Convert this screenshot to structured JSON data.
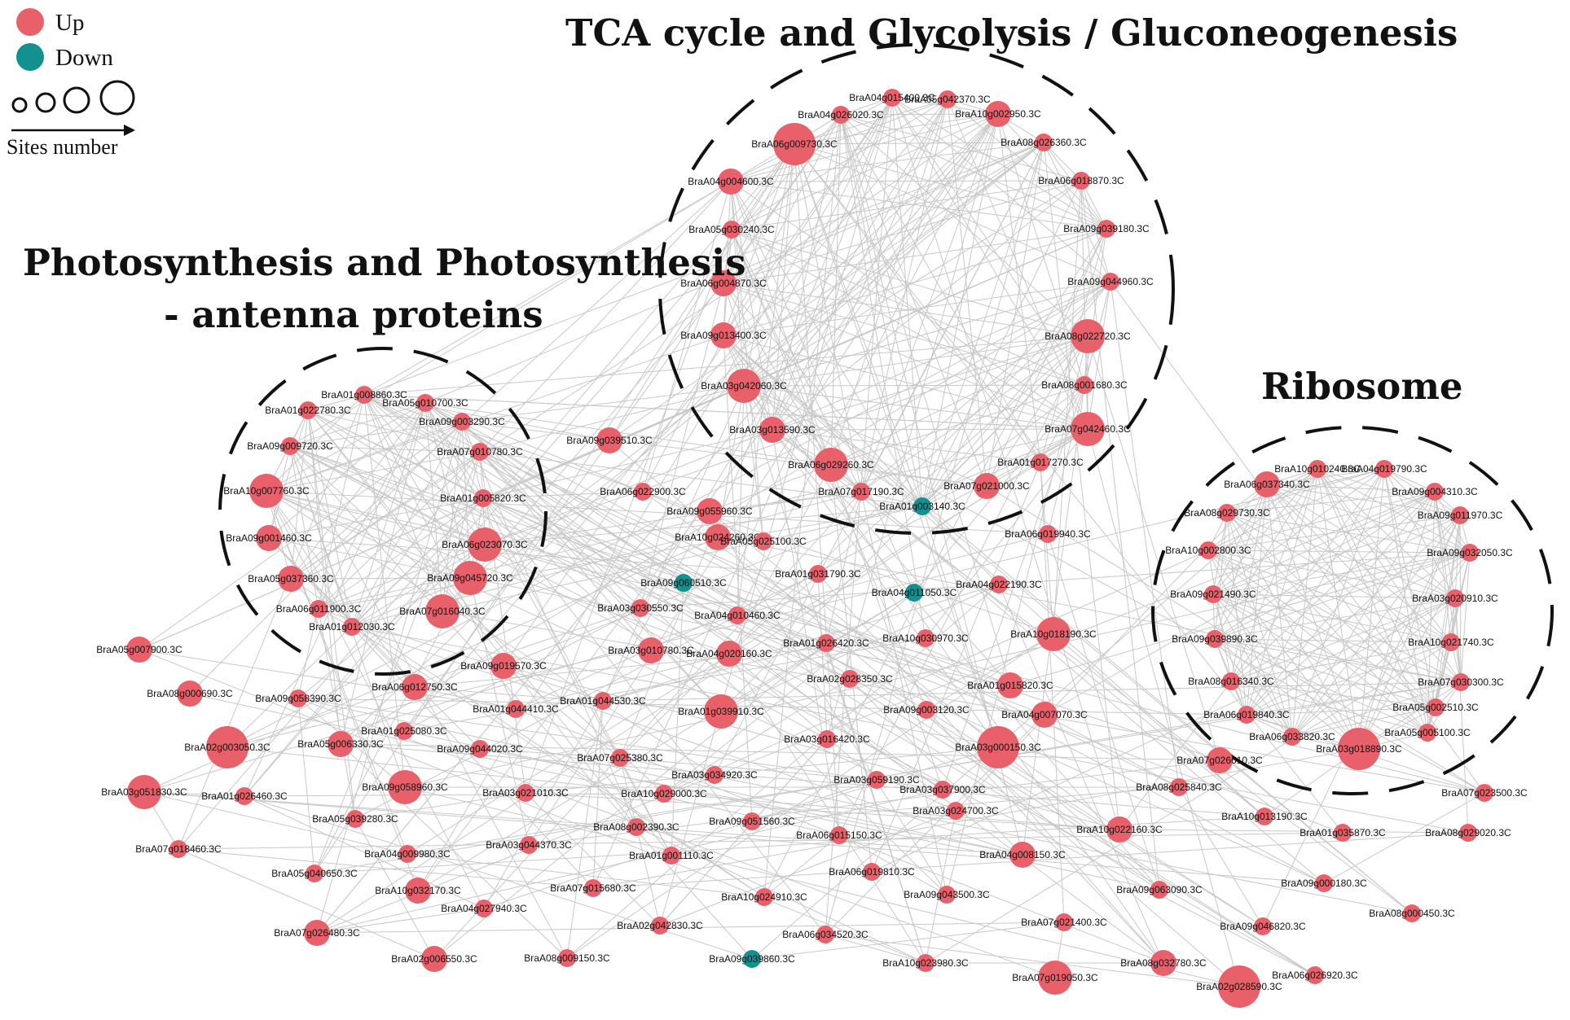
{
  "legend": {
    "up_label": "Up",
    "down_label": "Down",
    "size_label": "Sites number",
    "up_color": "#e8606a",
    "down_color": "#129190"
  },
  "groups": {
    "tca": "TCA cycle and Glycolysis / Gluconeogenesis",
    "photo_line1": "Photosynthesis and Photosynthesis",
    "photo_line2": "- antenna proteins",
    "ribosome": "Ribosome"
  },
  "edge_color": "#c8c8c8",
  "nodes": [
    {
      "id": "BraA04g015400.3C",
      "reg": "up",
      "size": 1
    },
    {
      "id": "BraA05g042370.3C",
      "reg": "up",
      "size": 1
    },
    {
      "id": "BraA04g026020.3C",
      "reg": "up",
      "size": 1
    },
    {
      "id": "BraA10g002950.3C",
      "reg": "up",
      "size": 2
    },
    {
      "id": "BraA06g009730.3C",
      "reg": "up",
      "size": 4
    },
    {
      "id": "BraA08g026360.3C",
      "reg": "up",
      "size": 1
    },
    {
      "id": "BraA04g004600.3C",
      "reg": "up",
      "size": 2
    },
    {
      "id": "BraA06g018870.3C",
      "reg": "up",
      "size": 1
    },
    {
      "id": "BraA05g030240.3C",
      "reg": "up",
      "size": 1
    },
    {
      "id": "BraA09g039180.3C",
      "reg": "up",
      "size": 1
    },
    {
      "id": "BraA06g004870.3C",
      "reg": "up",
      "size": 2
    },
    {
      "id": "BraA09g044960.3C",
      "reg": "up",
      "size": 1
    },
    {
      "id": "BraA09g013400.3C",
      "reg": "up",
      "size": 2
    },
    {
      "id": "BraA08g022720.3C",
      "reg": "up",
      "size": 3
    },
    {
      "id": "BraA03g042060.3C",
      "reg": "up",
      "size": 3
    },
    {
      "id": "BraA08g001680.3C",
      "reg": "up",
      "size": 1
    },
    {
      "id": "BraA03g013590.3C",
      "reg": "up",
      "size": 2
    },
    {
      "id": "BraA07g042460.3C",
      "reg": "up",
      "size": 3
    },
    {
      "id": "BraA06g029260.3C",
      "reg": "up",
      "size": 3
    },
    {
      "id": "BraA01g017270.3C",
      "reg": "up",
      "size": 1
    },
    {
      "id": "BraA07g017190.3C",
      "reg": "up",
      "size": 1
    },
    {
      "id": "BraA07g021000.3C",
      "reg": "up",
      "size": 2
    },
    {
      "id": "BraA01g003140.3C",
      "reg": "down",
      "size": 1
    },
    {
      "id": "BraA01g008860.3C",
      "reg": "up",
      "size": 1
    },
    {
      "id": "BraA01g022780.3C",
      "reg": "up",
      "size": 1
    },
    {
      "id": "BraA05g010700.3C",
      "reg": "up",
      "size": 1
    },
    {
      "id": "BraA09g003290.3C",
      "reg": "up",
      "size": 1
    },
    {
      "id": "BraA09g009720.3C",
      "reg": "up",
      "size": 1
    },
    {
      "id": "BraA07g010780.3C",
      "reg": "up",
      "size": 1
    },
    {
      "id": "BraA10g007760.3C",
      "reg": "up",
      "size": 3
    },
    {
      "id": "BraA01g005820.3C",
      "reg": "up",
      "size": 1
    },
    {
      "id": "BraA09g001460.3C",
      "reg": "up",
      "size": 2
    },
    {
      "id": "BraA06g023070.3C",
      "reg": "up",
      "size": 3
    },
    {
      "id": "BraA05g037360.3C",
      "reg": "up",
      "size": 2
    },
    {
      "id": "BraA09g045720.3C",
      "reg": "up",
      "size": 3
    },
    {
      "id": "BraA06g011900.3C",
      "reg": "up",
      "size": 1
    },
    {
      "id": "BraA07g016040.3C",
      "reg": "up",
      "size": 3
    },
    {
      "id": "BraA01g012030.3C",
      "reg": "up",
      "size": 1
    },
    {
      "id": "BraA10g010240.3C",
      "reg": "up",
      "size": 1
    },
    {
      "id": "BraA04g019790.3C",
      "reg": "up",
      "size": 1
    },
    {
      "id": "BraA06g037340.3C",
      "reg": "up",
      "size": 2
    },
    {
      "id": "BraA09g004310.3C",
      "reg": "up",
      "size": 1
    },
    {
      "id": "BraA08g029730.3C",
      "reg": "up",
      "size": 1
    },
    {
      "id": "BraA09g011970.3C",
      "reg": "up",
      "size": 1
    },
    {
      "id": "BraA10g002800.3C",
      "reg": "up",
      "size": 1
    },
    {
      "id": "BraA09g032050.3C",
      "reg": "up",
      "size": 1
    },
    {
      "id": "BraA09g021490.3C",
      "reg": "up",
      "size": 1
    },
    {
      "id": "BraA03g020910.3C",
      "reg": "up",
      "size": 1
    },
    {
      "id": "BraA09g039890.3C",
      "reg": "up",
      "size": 1
    },
    {
      "id": "BraA10g021740.3C",
      "reg": "up",
      "size": 1
    },
    {
      "id": "BraA08g016340.3C",
      "reg": "up",
      "size": 1
    },
    {
      "id": "BraA07g030300.3C",
      "reg": "up",
      "size": 1
    },
    {
      "id": "BraA06g019840.3C",
      "reg": "up",
      "size": 1
    },
    {
      "id": "BraA05g002510.3C",
      "reg": "up",
      "size": 1
    },
    {
      "id": "BraA06g033820.3C",
      "reg": "up",
      "size": 1
    },
    {
      "id": "BraA05g005100.3C",
      "reg": "up",
      "size": 1
    },
    {
      "id": "BraA03g018890.3C",
      "reg": "up",
      "size": 4
    },
    {
      "id": "BraA09g039510.3C",
      "reg": "up",
      "size": 2
    },
    {
      "id": "BraA06g022900.3C",
      "reg": "up",
      "size": 1
    },
    {
      "id": "BraA09g055960.3C",
      "reg": "up",
      "size": 2
    },
    {
      "id": "BraA10g024260.3C",
      "reg": "up",
      "size": 2
    },
    {
      "id": "BraA05g025100.3C",
      "reg": "up",
      "size": 1
    },
    {
      "id": "BraA06g019940.3C",
      "reg": "up",
      "size": 1
    },
    {
      "id": "BraA09g060510.3C",
      "reg": "down",
      "size": 1
    },
    {
      "id": "BraA01g031790.3C",
      "reg": "up",
      "size": 1
    },
    {
      "id": "BraA04g011050.3C",
      "reg": "down",
      "size": 1
    },
    {
      "id": "BraA04g022190.3C",
      "reg": "up",
      "size": 1
    },
    {
      "id": "BraA03g030550.3C",
      "reg": "up",
      "size": 1
    },
    {
      "id": "BraA04g010460.3C",
      "reg": "up",
      "size": 1
    },
    {
      "id": "BraA05g007900.3C",
      "reg": "up",
      "size": 2
    },
    {
      "id": "BraA01g026420.3C",
      "reg": "up",
      "size": 1
    },
    {
      "id": "BraA10g030970.3C",
      "reg": "up",
      "size": 1
    },
    {
      "id": "BraA10g018190.3C",
      "reg": "up",
      "size": 3
    },
    {
      "id": "BraA03g010780.3C",
      "reg": "up",
      "size": 2
    },
    {
      "id": "BraA04g020160.3C",
      "reg": "up",
      "size": 2
    },
    {
      "id": "BraA09g019570.3C",
      "reg": "up",
      "size": 2
    },
    {
      "id": "BraA08g000690.3C",
      "reg": "up",
      "size": 2
    },
    {
      "id": "BraA06g012750.3C",
      "reg": "up",
      "size": 2
    },
    {
      "id": "BraA09g058390.3C",
      "reg": "up",
      "size": 1
    },
    {
      "id": "BraA02g028350.3C",
      "reg": "up",
      "size": 1
    },
    {
      "id": "BraA01g015820.3C",
      "reg": "up",
      "size": 2
    },
    {
      "id": "BraA01g044410.3C",
      "reg": "up",
      "size": 1
    },
    {
      "id": "BraA01g044530.3C",
      "reg": "up",
      "size": 1
    },
    {
      "id": "BraA04g007070.3C",
      "reg": "up",
      "size": 2
    },
    {
      "id": "BraA02g003050.3C",
      "reg": "up",
      "size": 4
    },
    {
      "id": "BraA05g006330.3C",
      "reg": "up",
      "size": 2
    },
    {
      "id": "BraA01g025080.3C",
      "reg": "up",
      "size": 1
    },
    {
      "id": "BraA01g039910.3C",
      "reg": "up",
      "size": 3
    },
    {
      "id": "BraA09g003120.3C",
      "reg": "up",
      "size": 1
    },
    {
      "id": "BraA09g044020.3C",
      "reg": "up",
      "size": 1
    },
    {
      "id": "BraA03g016420.3C",
      "reg": "up",
      "size": 1
    },
    {
      "id": "BraA03g000150.3C",
      "reg": "up",
      "size": 4
    },
    {
      "id": "BraA07g025380.3C",
      "reg": "up",
      "size": 1
    },
    {
      "id": "BraA03g034920.3C",
      "reg": "up",
      "size": 1
    },
    {
      "id": "BraA03g059190.3C",
      "reg": "up",
      "size": 1
    },
    {
      "id": "BraA07g026610.3C",
      "reg": "up",
      "size": 2
    },
    {
      "id": "BraA03g051830.3C",
      "reg": "up",
      "size": 3
    },
    {
      "id": "BraA09g058960.3C",
      "reg": "up",
      "size": 3
    },
    {
      "id": "BraA01g026460.3C",
      "reg": "up",
      "size": 1
    },
    {
      "id": "BraA03g021010.3C",
      "reg": "up",
      "size": 1
    },
    {
      "id": "BraA10g029000.3C",
      "reg": "up",
      "size": 1
    },
    {
      "id": "BraA03g037900.3C",
      "reg": "up",
      "size": 1
    },
    {
      "id": "BraA08g025840.3C",
      "reg": "up",
      "size": 1
    },
    {
      "id": "BraA07g023500.3C",
      "reg": "up",
      "size": 1
    },
    {
      "id": "BraA03g024700.3C",
      "reg": "up",
      "size": 1
    },
    {
      "id": "BraA05g039280.3C",
      "reg": "up",
      "size": 1
    },
    {
      "id": "BraA09g051560.3C",
      "reg": "up",
      "size": 1
    },
    {
      "id": "BraA10g013190.3C",
      "reg": "up",
      "size": 1
    },
    {
      "id": "BraA06g015150.3C",
      "reg": "up",
      "size": 1
    },
    {
      "id": "BraA10g022160.3C",
      "reg": "up",
      "size": 2
    },
    {
      "id": "BraA01g035870.3C",
      "reg": "up",
      "size": 1
    },
    {
      "id": "BraA08g029020.3C",
      "reg": "up",
      "size": 1
    },
    {
      "id": "BraA08g002390.3C",
      "reg": "up",
      "size": 1
    },
    {
      "id": "BraA07g018460.3C",
      "reg": "up",
      "size": 1
    },
    {
      "id": "BraA03g044370.3C",
      "reg": "up",
      "size": 1
    },
    {
      "id": "BraA04g009980.3C",
      "reg": "up",
      "size": 1
    },
    {
      "id": "BraA01g001110.3C",
      "reg": "up",
      "size": 1
    },
    {
      "id": "BraA04g008150.3C",
      "reg": "up",
      "size": 2
    },
    {
      "id": "BraA05g040650.3C",
      "reg": "up",
      "size": 1
    },
    {
      "id": "BraA06g019810.3C",
      "reg": "up",
      "size": 1
    },
    {
      "id": "BraA10g032170.3C",
      "reg": "up",
      "size": 2
    },
    {
      "id": "BraA07g015680.3C",
      "reg": "up",
      "size": 1
    },
    {
      "id": "BraA09g043500.3C",
      "reg": "up",
      "size": 1
    },
    {
      "id": "BraA04g027940.3C",
      "reg": "up",
      "size": 1
    },
    {
      "id": "BraA10g024910.3C",
      "reg": "up",
      "size": 1
    },
    {
      "id": "BraA09g063090.3C",
      "reg": "up",
      "size": 1
    },
    {
      "id": "BraA02g042830.3C",
      "reg": "up",
      "size": 1
    },
    {
      "id": "BraA09g000180.3C",
      "reg": "up",
      "size": 1
    },
    {
      "id": "BraA07g021400.3C",
      "reg": "up",
      "size": 1
    },
    {
      "id": "BraA09g046820.3C",
      "reg": "up",
      "size": 1
    },
    {
      "id": "BraA08g000450.3C",
      "reg": "up",
      "size": 1
    },
    {
      "id": "BraA07g026480.3C",
      "reg": "up",
      "size": 2
    },
    {
      "id": "BraA06g034520.3C",
      "reg": "up",
      "size": 1
    },
    {
      "id": "BraA02g006550.3C",
      "reg": "up",
      "size": 2
    },
    {
      "id": "BraA08g009150.3C",
      "reg": "up",
      "size": 1
    },
    {
      "id": "BraA09g039860.3C",
      "reg": "down",
      "size": 1
    },
    {
      "id": "BraA10g023980.3C",
      "reg": "up",
      "size": 1
    },
    {
      "id": "BraA08g032780.3C",
      "reg": "up",
      "size": 2
    },
    {
      "id": "BraA07g019050.3C",
      "reg": "up",
      "size": 3
    },
    {
      "id": "BraA02g028590.3C",
      "reg": "up",
      "size": 4
    },
    {
      "id": "BraA06g026920.3C",
      "reg": "up",
      "size": 1
    }
  ]
}
